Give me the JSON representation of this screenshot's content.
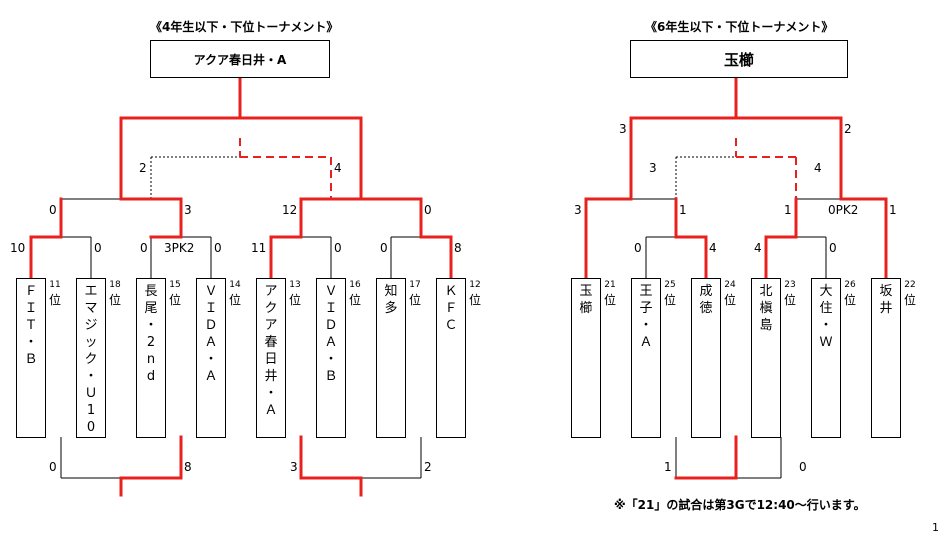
{
  "left": {
    "title": "《4年生以下・下位トーナメント》",
    "winner": "アクア春日井・A",
    "teams": [
      {
        "name": "FIT・B",
        "rank": "11"
      },
      {
        "name": "エマジック・U10",
        "rank": "18"
      },
      {
        "name": "長尾・2nd",
        "rank": "15"
      },
      {
        "name": "VIDA・A",
        "rank": "14"
      },
      {
        "name": "アクア春日井・A",
        "rank": "13"
      },
      {
        "name": "VIDA・B",
        "rank": "16"
      },
      {
        "name": "知多",
        "rank": "17"
      },
      {
        "name": "KFC",
        "rank": "12"
      }
    ],
    "scores": {
      "r1_1a": "10",
      "r1_1b": "0",
      "r1_2a": "0",
      "r1_2pk": "3PK2",
      "r1_2b": "0",
      "r1_3a": "11",
      "r1_3b": "0",
      "r1_4a": "0",
      "r1_4b": "8",
      "r2_1a": "0",
      "r2_1b": "3",
      "r2_2a": "12",
      "r2_2b": "0",
      "sf_a": "2",
      "sf_b": "4",
      "bot_1a": "0",
      "bot_1b": "8",
      "bot_2a": "3",
      "bot_2b": "2"
    }
  },
  "right": {
    "title": "《6年生以下・下位トーナメント》",
    "winner": "玉櫛",
    "teams": [
      {
        "name": "玉櫛",
        "rank": "21"
      },
      {
        "name": "王子・A",
        "rank": "25"
      },
      {
        "name": "成徳",
        "rank": "24"
      },
      {
        "name": "北槇島",
        "rank": "23"
      },
      {
        "name": "大住・W",
        "rank": "26"
      },
      {
        "name": "坂井",
        "rank": "22"
      }
    ],
    "scores": {
      "top_a": "3",
      "top_b": "2",
      "sf_a": "3",
      "sf_b": "4",
      "l_a": "3",
      "l_b": "1",
      "l2_a": "0",
      "l2_b": "4",
      "r_a": "1",
      "r_pk": "0PK2",
      "r_b": "1",
      "r2_a": "4",
      "r2_b": "0",
      "bot_a": "1",
      "bot_b": "0"
    },
    "note": "※「21」の試合は第3Gで12:40～行います。"
  },
  "rank_suffix": "位",
  "page_number": "1",
  "colors": {
    "winner_line": "#e8201e",
    "line": "#000000"
  }
}
